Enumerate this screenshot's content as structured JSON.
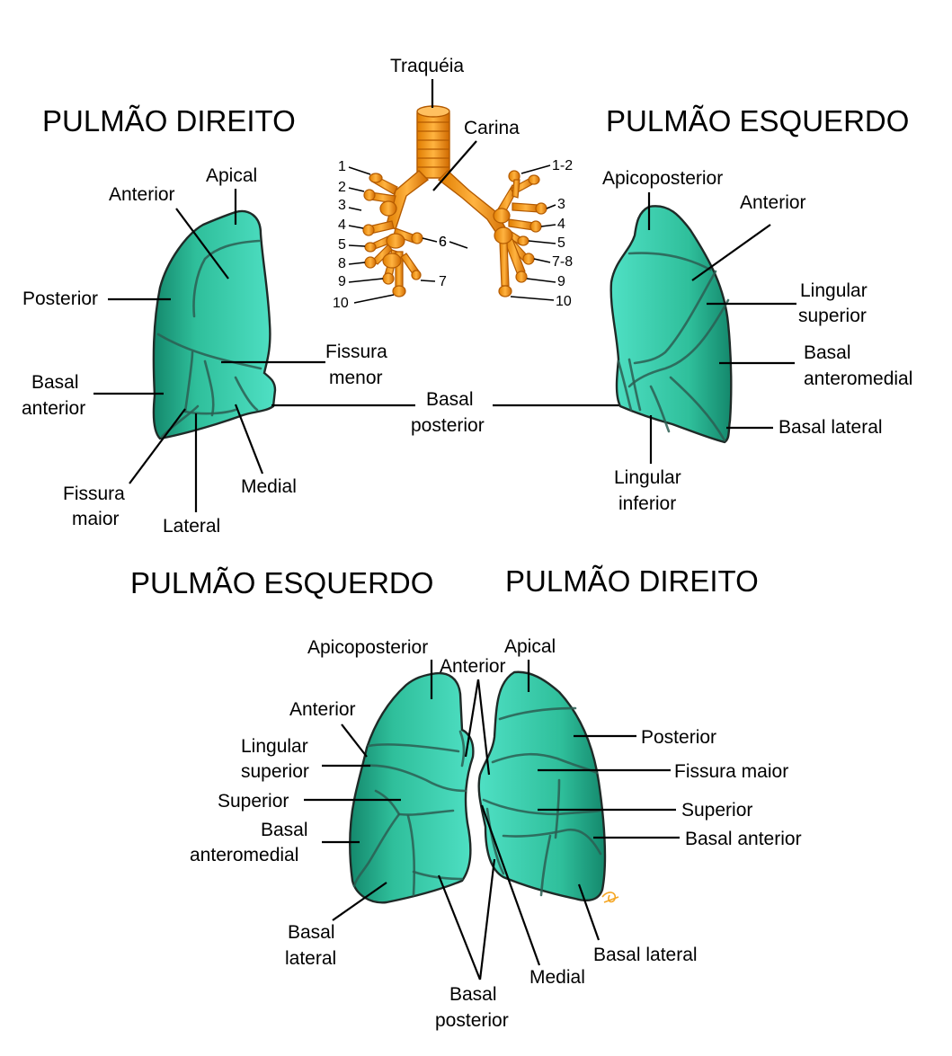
{
  "colors": {
    "lung_fill": "#2fbf9b",
    "lung_light": "#4fe0c4",
    "lung_dark": "#14886c",
    "bronchus_fill": "#f59c12",
    "bronchus_stroke": "#b35a00",
    "line": "#000000"
  },
  "top": {
    "right_title": "PULMÃO DIREITO",
    "left_title": "PULMÃO ESQUERDO",
    "trachea": "Traquéia",
    "carina": "Carina",
    "right_lung": {
      "apical": "Apical",
      "anterior": "Anterior",
      "posterior": "Posterior",
      "basal_anterior_1": "Basal",
      "basal_anterior_2": "anterior",
      "fissura_menor_1": "Fissura",
      "fissura_menor_2": "menor",
      "fissura_maior_1": "Fissura",
      "fissura_maior_2": "maior",
      "lateral": "Lateral",
      "medial": "Medial"
    },
    "basal_posterior_1": "Basal",
    "basal_posterior_2": "posterior",
    "left_lung": {
      "apicoposterior": "Apicoposterior",
      "anterior": "Anterior",
      "lingular_superior_1": "Lingular",
      "lingular_superior_2": "superior",
      "basal_anteromedial_1": "Basal",
      "basal_anteromedial_2": "anteromedial",
      "basal_lateral": "Basal lateral",
      "lingular_inferior_1": "Lingular",
      "lingular_inferior_2": "inferior"
    },
    "bronchi_numbers": {
      "right": [
        "1",
        "2",
        "3",
        "4",
        "5",
        "8",
        "9",
        "10"
      ],
      "right_6": "6",
      "right_7": "7",
      "left": [
        "1-2",
        "3",
        "4",
        "5",
        "7-8",
        "9",
        "10"
      ],
      "left_6": "6"
    }
  },
  "bottom": {
    "left_title": "PULMÃO ESQUERDO",
    "right_title": "PULMÃO DIREITO",
    "apicoposterior": "Apicoposterior",
    "apical": "Apical",
    "anterior_center": "Anterior",
    "anterior_left": "Anterior",
    "lingular_superior_1": "Lingular",
    "lingular_superior_2": "superior",
    "superior_left": "Superior",
    "basal_anteromedial_1": "Basal",
    "basal_anteromedial_2": "anteromedial",
    "basal_lateral_left_1": "Basal",
    "basal_lateral_left_2": "lateral",
    "basal_posterior_1": "Basal",
    "basal_posterior_2": "posterior",
    "medial": "Medial",
    "basal_lateral_right": "Basal lateral",
    "posterior": "Posterior",
    "fissura_maior": "Fissura maior",
    "superior_right": "Superior",
    "basal_anterior": "Basal anterior"
  }
}
